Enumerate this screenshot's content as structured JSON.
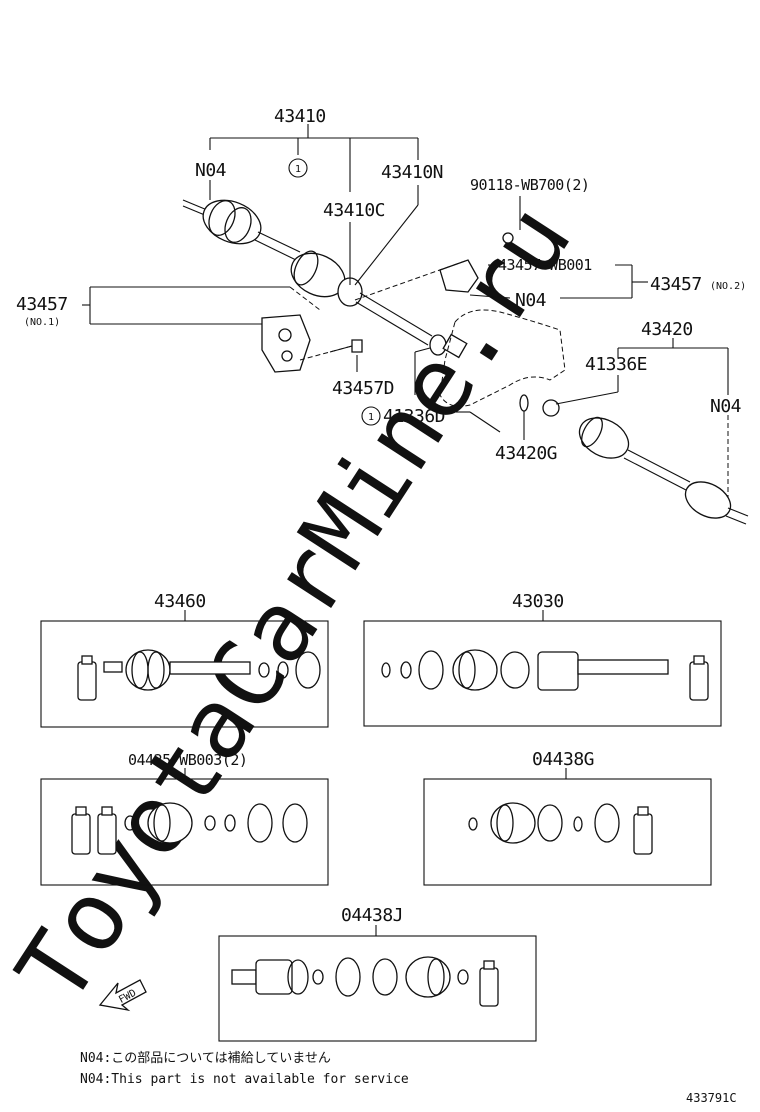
{
  "watermark": "ToyotaCarMine.ru",
  "labels": {
    "p43410": "43410",
    "n04_top": "N04",
    "p43410N": "43410N",
    "p43410C": "43410C",
    "p90118": "90118-WB700(2)",
    "p43457_wb001": "43457-WB001",
    "p43457_right": "43457",
    "no2": "(NO.2)",
    "n04_mid": "N04",
    "p43457_left": "43457",
    "no1": "(NO.1)",
    "p43457D": "43457D",
    "p41336D": "41336D",
    "p43420G": "43420G",
    "p43420": "43420",
    "p41336E": "41336E",
    "n04_right": "N04",
    "circle_mark": "1"
  },
  "kits": {
    "k43460": "43460",
    "k43030": "43030",
    "k04425": "04425-WB003(2)",
    "k04438G": "04438G",
    "k04438J": "04438J"
  },
  "fwd": "FWD",
  "notes": {
    "jp": "N04:この部品については補給していません",
    "en": "N04:This part is not available for service"
  },
  "figure_id": "433791C"
}
